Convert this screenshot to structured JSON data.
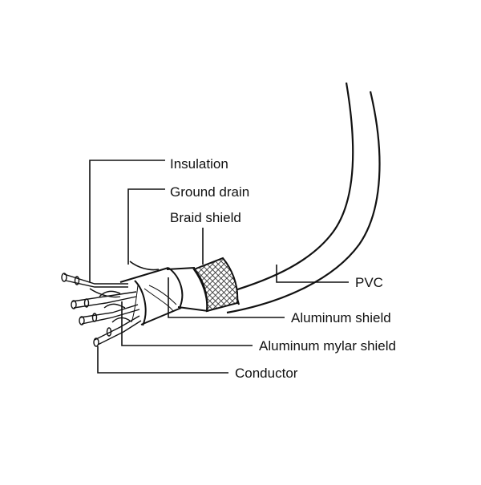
{
  "diagram": {
    "labels": {
      "insulation": "Insulation",
      "ground_drain": "Ground drain",
      "braid_shield": "Braid shield",
      "pvc": "PVC",
      "aluminum_shield": "Aluminum shield",
      "aluminum_mylar_shield": "Aluminum mylar shield",
      "conductor": "Conductor"
    },
    "colors": {
      "line": "#111111",
      "background": "#ffffff",
      "braid": "#333333"
    }
  }
}
